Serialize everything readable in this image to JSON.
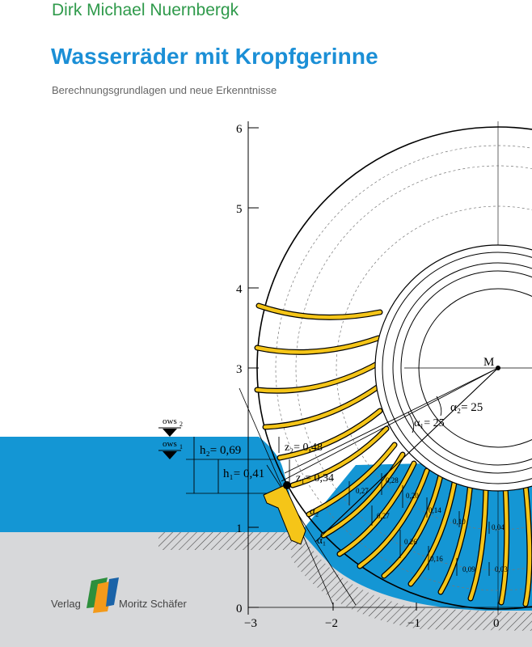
{
  "cover": {
    "author": "Dirk Michael Nuernbergk",
    "title": "Wasserräder mit Kropfgerinne",
    "subtitle": "Berechnungsgrundlagen und neue Erkenntnisse"
  },
  "figure": {
    "y_ticks": [
      "6",
      "5",
      "4",
      "3",
      "1",
      "0"
    ],
    "x_ticks": [
      "−3",
      "−2",
      "−1",
      "0"
    ],
    "center_label": "M",
    "labels": {
      "ows2": "ows",
      "ows2_sub": "2",
      "ows1": "ows",
      "ows1_sub": "1",
      "h2": "h₂= 0,69",
      "h1": "h₁= 0,41",
      "z2": "z₂= 0,48",
      "z1": "z₁= 0,34",
      "alpha2": "α₂= 25",
      "alpha1": "α₁= 25",
      "a2": "α₂",
      "a1": "α₁"
    },
    "small_values": [
      "0,27",
      "0,28",
      "0,20",
      "0,27",
      "0,14",
      "0,26",
      "0,10",
      "0,16",
      "0,09",
      "0,04",
      "0,03"
    ],
    "colors": {
      "water": "#1496d4",
      "floor": "#d7d8da",
      "blades": "#f5c518"
    }
  },
  "publisher": {
    "verlag": "Verlag",
    "name": "Moritz Schäfer",
    "colors": [
      "#2d8f3c",
      "#f39a1a",
      "#1a63a8"
    ]
  }
}
